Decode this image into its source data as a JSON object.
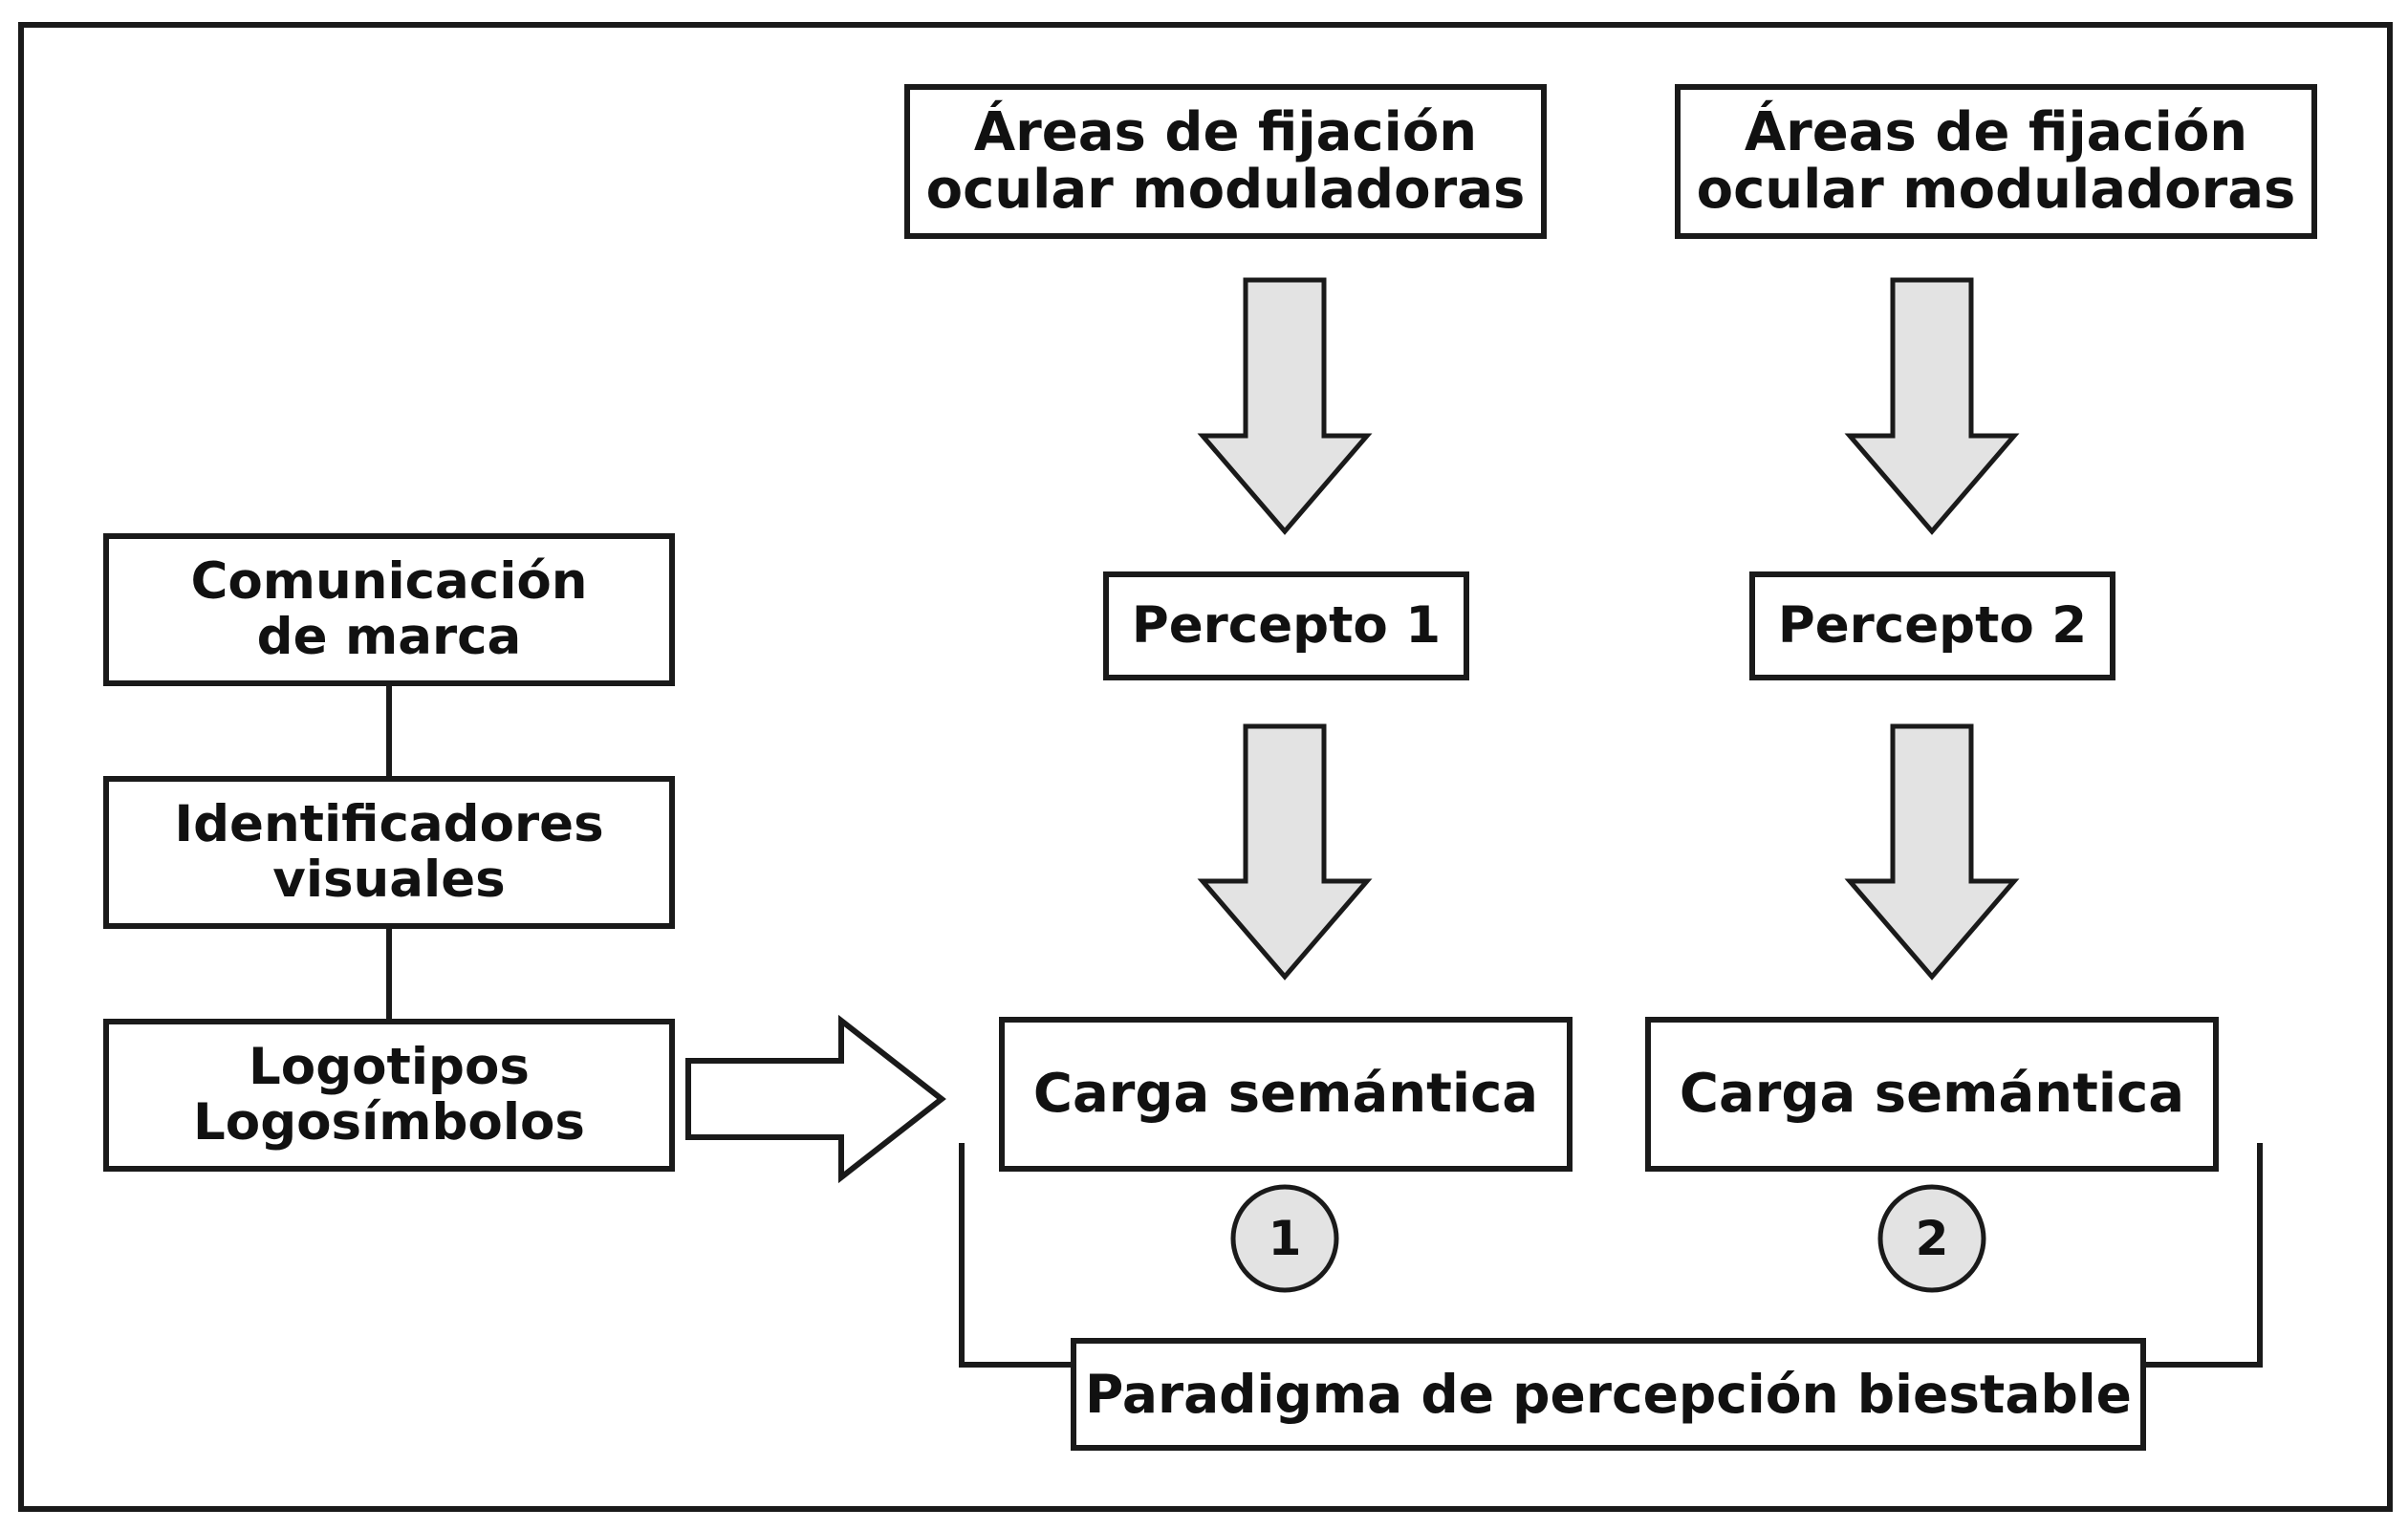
{
  "left_stack": {
    "brand_communication": "Comunicación\nde marca",
    "visual_identifiers": "Identificadores\nvisuales",
    "logos": "Logotipos\nLogosímbolos"
  },
  "column_1": {
    "fixation_areas": "Áreas de fijación\nocular moduladoras",
    "percept": "Percepto 1",
    "semantic_load": "Carga semántica",
    "badge": "1"
  },
  "column_2": {
    "fixation_areas": "Áreas de fijación\nocular moduladoras",
    "percept": "Percepto 2",
    "semantic_load": "Carga semántica",
    "badge": "2"
  },
  "paradigm": "Paradigma de percepción biestable",
  "colors": {
    "stroke": "#1a1a1a",
    "arrow_fill": "#e3e3e3",
    "badge_fill": "#e3e3e3",
    "background": "#ffffff"
  }
}
